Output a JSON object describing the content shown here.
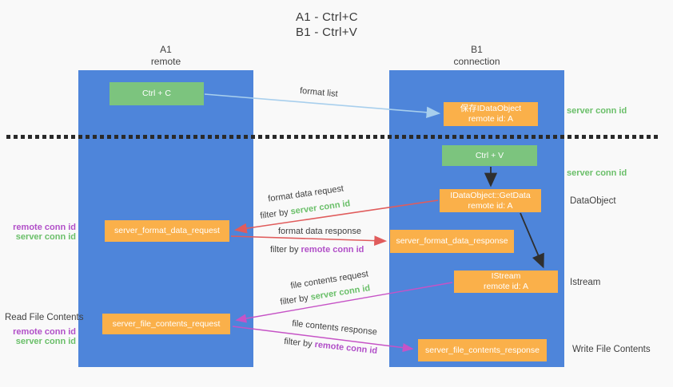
{
  "title": {
    "line1": "A1 - Ctrl+C",
    "line2": "B1 - Ctrl+V"
  },
  "lanes": {
    "a": {
      "name": "A1",
      "subtitle": "remote"
    },
    "b": {
      "name": "B1",
      "subtitle": "connection"
    }
  },
  "nodes": {
    "ctrl_c": {
      "label": "Ctrl + C"
    },
    "save_idataobject": {
      "line1": "保存IDataObject",
      "line2": "remote id: A"
    },
    "ctrl_v": {
      "label": "Ctrl + V"
    },
    "getdata": {
      "line1": "IDataObject::GetData",
      "line2": "remote id: A"
    },
    "format_request": {
      "label": "server_format_data_request"
    },
    "format_response": {
      "label": "server_format_data_response"
    },
    "istream": {
      "line1": "IStream",
      "line2": "remote id: A"
    },
    "file_request": {
      "label": "server_file_contents_request"
    },
    "file_response": {
      "label": "server_file_contents_response"
    }
  },
  "arrow_labels": {
    "format_list": "format list",
    "format_data_request": "format data request",
    "format_data_response": "format data response",
    "file_contents_request": "file contents request",
    "file_contents_response": "file contents response",
    "filter_by": "filter by ",
    "server_conn_id": "server conn id",
    "remote_conn_id": "remote conn id"
  },
  "side_labels": {
    "server_conn_id_top": "server conn id",
    "server_conn_id_mid": "server conn id",
    "dataobject": "DataObject",
    "istream": "Istream",
    "write_file_contents": "Write File Contents",
    "read_file_contents": "Read File Contents",
    "remote_conn_id": "remote conn id",
    "server_conn_id": "server conn id"
  },
  "colors": {
    "lane_blue": "#4e85da",
    "node_green": "#7cc47e",
    "node_orange": "#fab04a",
    "green_text": "#6abf69",
    "purple_text": "#b14fc8",
    "red_arrow": "#e05c5c",
    "magenta_arrow": "#c653c6",
    "light_blue_arrow": "#a8cfed",
    "black_arrow": "#2f2f2f"
  }
}
